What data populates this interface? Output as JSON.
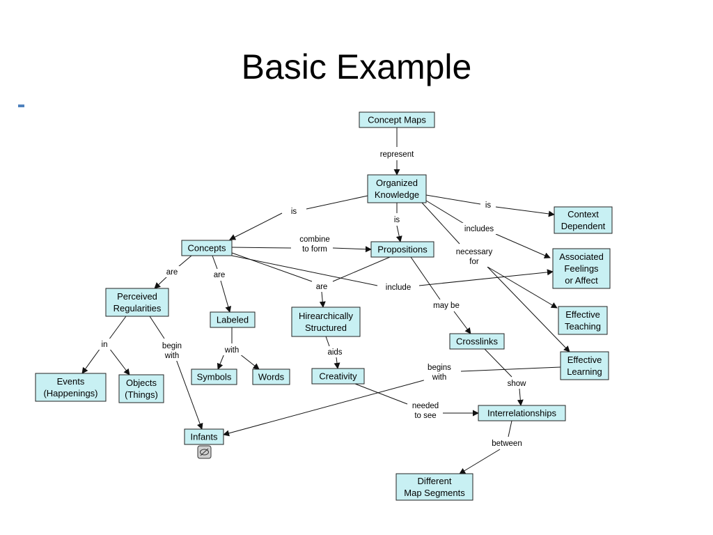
{
  "slide": {
    "title": "Basic Example"
  },
  "concept_map": {
    "nodes": {
      "concept_maps": [
        "Concept Maps"
      ],
      "organized_knowledge": [
        "Organized",
        "Knowledge"
      ],
      "context_dependent": [
        "Context",
        "Dependent"
      ],
      "concepts": [
        "Concepts"
      ],
      "propositions": [
        "Propositions"
      ],
      "associated_feelings": [
        "Associated",
        "Feelings",
        "or Affect"
      ],
      "perceived_regularities": [
        "Perceived",
        "Regularities"
      ],
      "labeled": [
        "Labeled"
      ],
      "hierarchically_structured": [
        "Hirearchically",
        "Structured"
      ],
      "effective_teaching": [
        "Effective",
        "Teaching"
      ],
      "crosslinks": [
        "Crosslinks"
      ],
      "effective_learning": [
        "Effective",
        "Learning"
      ],
      "events": [
        "Events",
        "(Happenings)"
      ],
      "objects": [
        "Objects",
        "(Things)"
      ],
      "symbols": [
        "Symbols"
      ],
      "words": [
        "Words"
      ],
      "creativity": [
        "Creativity"
      ],
      "interrelationships": [
        "Interrelationships"
      ],
      "infants": [
        "Infants"
      ],
      "different_map_segments": [
        "Different",
        "Map Segments"
      ]
    },
    "links": {
      "represent": [
        "represent"
      ],
      "is_left": [
        "is"
      ],
      "is_mid": [
        "is"
      ],
      "is_right": [
        "is"
      ],
      "includes": [
        "includes"
      ],
      "necessary_for": [
        "necessary",
        "for"
      ],
      "combine_to_form": [
        "combine",
        "to form"
      ],
      "are_left": [
        "are"
      ],
      "are_mid": [
        "are"
      ],
      "are_hier": [
        "are"
      ],
      "include": [
        "include"
      ],
      "may_be": [
        "may be"
      ],
      "in": [
        "in"
      ],
      "begin_with": [
        "begin",
        "with"
      ],
      "with": [
        "with"
      ],
      "aids": [
        "aids"
      ],
      "begins_with": [
        "begins",
        "with"
      ],
      "show": [
        "show"
      ],
      "needed_to_see": [
        "needed",
        "to see"
      ],
      "between": [
        "between"
      ]
    }
  }
}
